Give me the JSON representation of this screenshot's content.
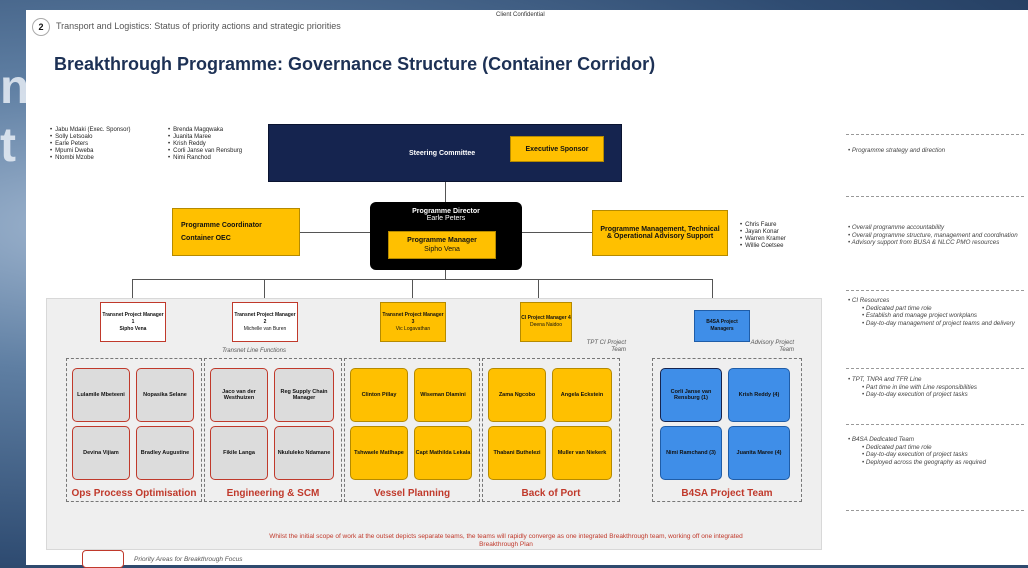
{
  "header": {
    "confidential": "Client Confidential",
    "page_number": "2",
    "breadcrumb": "Transport and Logistics: Status of priority actions and strategic priorities",
    "title": "Breakthrough Programme: Governance Structure (Container Corridor)"
  },
  "steering": {
    "members_left": [
      "Jabu Mdaki (Exec. Sponsor)",
      "Solly Letsoalo",
      "Earle Peters",
      "Mpumi Dweba",
      "Ntombi Mzobe"
    ],
    "members_right": [
      "Brenda Magqwaka",
      "Juanita Maree",
      "Krish Reddy",
      "Corli Janse van Rensburg",
      "Nimi Ranchod"
    ],
    "title": "Steering Committee",
    "sponsor": "Executive Sponsor"
  },
  "coordinator": {
    "items": [
      "Programme Coordinator",
      "Container OEC"
    ]
  },
  "director": {
    "title": "Programme Director",
    "name": "Earle Peters",
    "manager_title": "Programme Manager",
    "manager_name": "Sipho Vena"
  },
  "advisory": {
    "title": "Programme Management, Technical & Operational Advisory Support",
    "members": [
      "Chris Faure",
      "Jayan Konar",
      "Warren Kramer",
      "Willie Coetsee"
    ]
  },
  "managers": [
    {
      "title": "Transnet Project Manager 1",
      "name": "Sipho Vena"
    },
    {
      "title": "Transnet Project Manager 2",
      "name": "Michelle van Buren"
    },
    {
      "title": "Transnet Project Manager 3",
      "name": "Vic Logavathan"
    },
    {
      "title": "CI Project Manager 4",
      "name": "Deena Naidoo"
    },
    {
      "title": "B4SA Project Managers",
      "name": ""
    }
  ],
  "labels": {
    "transnet_line": "Transnet Line Functions",
    "tpt_ci": "TPT CI Project Team",
    "advisory_team": "Advisory Project Team"
  },
  "teams": [
    {
      "name": "Ops Process Optimisation",
      "people": [
        "Lulamile Mbeteeni",
        "Nopasika Selane",
        "Devina Vijiam",
        "Bradley Augustine"
      ]
    },
    {
      "name": "Engineering & SCM",
      "people": [
        "Jaco van der Westhuizen",
        "Reg Supply Chain Manager",
        "Fikile Langa",
        "Nkululeko Ndamane"
      ]
    },
    {
      "name": "Vessel Planning",
      "people": [
        "Clinton Pillay",
        "Wiseman Dlamini",
        "Tshwaele Matlhape",
        "Capt Mathilda Lekala"
      ]
    },
    {
      "name": "Back of Port",
      "people": [
        "Zama Ngcobo",
        "Angela Eckstein",
        "Thabani Buthelezi",
        "Muller van Niekerk"
      ]
    },
    {
      "name": "B4SA Project Team",
      "people": [
        "Corli Janse van Rensburg (1)",
        "Krish Reddy (4)",
        "Nimi Ramchand (3)",
        "Juanita Maree (4)"
      ]
    }
  ],
  "notes": {
    "n1": "Programme strategy and direction",
    "n2": [
      "Overall programme accountability",
      "Overall programme structure, management and coordination",
      "Advisory support from BUSA & NLCC PMO resources"
    ],
    "n3_head": "CI Resources",
    "n3": [
      "Dedicated part time role",
      "Establish and manage project workplans",
      "Day-to-day management of project teams and delivery"
    ],
    "n4_head": "TPT, TNPA and TFR Line",
    "n4": [
      "Part time in line with Line responsibilities",
      "Day-to-day execution of project tasks"
    ],
    "n5_head": "B4SA Dedicated Team",
    "n5": [
      "Dedicated part time role",
      "Day-to-day execution of project tasks",
      "Deployed across the geography as required"
    ]
  },
  "footnote": "Whilst the initial scope of work at the outset depicts separate teams, the teams will rapidly converge as one integrated Breakthrough team, working off one integrated Breakthrough Plan",
  "legend": "Priority Areas for Breakthrough Focus",
  "background": {
    "fragment_1": "n",
    "fragment_2": "t"
  }
}
